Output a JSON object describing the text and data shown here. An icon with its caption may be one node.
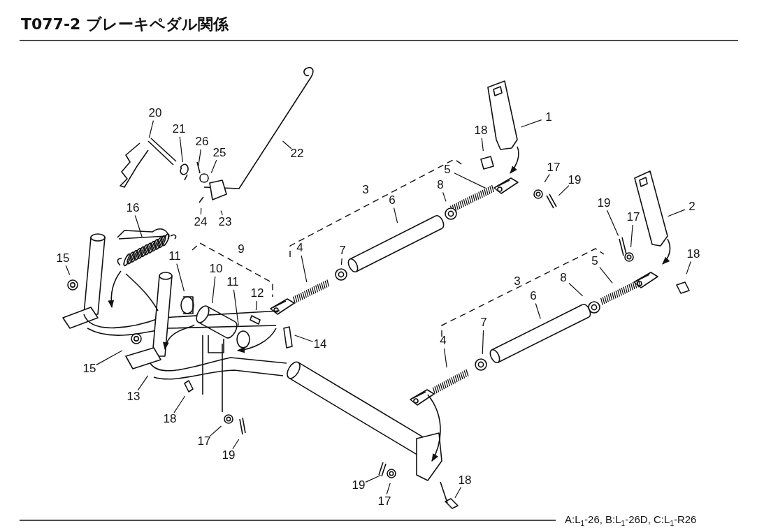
{
  "diagram": {
    "title": "T077-2 ブレーキペダル関係",
    "caption": "A:L$_{1}$-26, B:L$_{1}$-26D, C:L$_{1}$-R26",
    "nodes": [
      {
        "text": [
          "20"
        ]
      },
      {
        "text": [
          "21"
        ]
      },
      {
        "text": [
          "26"
        ]
      },
      {
        "text": [
          "25"
        ]
      },
      {
        "text": [
          "22"
        ]
      },
      {
        "text": [
          "24"
        ]
      },
      {
        "text": [
          "23"
        ]
      },
      {
        "text": [
          "1"
        ]
      },
      {
        "text": [
          "18"
        ]
      },
      {
        "text": [
          "5"
        ]
      },
      {
        "text": [
          "17"
        ]
      },
      {
        "text": [
          "19"
        ]
      },
      {
        "text": [
          "8"
        ]
      },
      {
        "text": [
          "6"
        ]
      },
      {
        "text": [
          "16"
        ]
      },
      {
        "text": [
          "2"
        ]
      },
      {
        "text": [
          "19"
        ]
      },
      {
        "text": [
          "17"
        ]
      },
      {
        "text": [
          "4"
        ]
      },
      {
        "text": [
          "7"
        ]
      },
      {
        "text": [
          "18"
        ]
      },
      {
        "text": [
          "15"
        ]
      },
      {
        "text": [
          "11"
        ]
      },
      {
        "text": [
          "10"
        ]
      },
      {
        "text": [
          "11"
        ]
      },
      {
        "text": [
          "12"
        ]
      },
      {
        "text": [
          "5"
        ]
      },
      {
        "text": [
          "8"
        ]
      },
      {
        "text": [
          "6"
        ]
      },
      {
        "text": [
          "14"
        ]
      },
      {
        "text": [
          "15"
        ]
      },
      {
        "text": [
          "7"
        ]
      },
      {
        "text": [
          "4"
        ]
      },
      {
        "text": [
          "13"
        ]
      },
      {
        "text": [
          "18"
        ]
      },
      {
        "text": [
          "17"
        ]
      },
      {
        "text": [
          "19"
        ]
      },
      {
        "text": [
          "18"
        ]
      },
      {
        "text": [
          "19"
        ]
      },
      {
        "text": [
          "17"
        ]
      }
    ],
    "edges": [
      {
        "from": 0,
        "to": null,
        "arrow": "none"
      },
      {
        "from": 1,
        "to": null,
        "arrow": "none"
      },
      {
        "from": 2,
        "to": null,
        "arrow": "none"
      },
      {
        "from": 3,
        "to": null,
        "arrow": "none"
      },
      {
        "from": 4,
        "to": null,
        "arrow": "none"
      },
      {
        "from": 5,
        "to": null,
        "arrow": "none"
      },
      {
        "from": 6,
        "to": null,
        "arrow": "none"
      },
      {
        "from": 7,
        "to": null,
        "arrow": "none"
      },
      {
        "from": 8,
        "to": null,
        "arrow": "none"
      },
      {
        "from": 9,
        "to": null,
        "arrow": "none"
      },
      {
        "from": 10,
        "to": null,
        "arrow": "none"
      },
      {
        "from": 11,
        "to": null,
        "arrow": "none"
      },
      {
        "from": 12,
        "to": null,
        "arrow": "none"
      },
      {
        "from": 13,
        "to": null,
        "arrow": "none"
      },
      {
        "from": 14,
        "to": null,
        "arrow": "none"
      },
      {
        "from": 15,
        "to": null,
        "arrow": "none"
      },
      {
        "from": 16,
        "to": null,
        "arrow": "none"
      },
      {
        "from": 17,
        "to": null,
        "arrow": "none"
      },
      {
        "from": 18,
        "to": null,
        "arrow": "none"
      },
      {
        "from": 19,
        "to": null,
        "arrow": "none"
      },
      {
        "from": 20,
        "to": null,
        "arrow": "none"
      },
      {
        "from": 21,
        "to": null,
        "arrow": "none"
      },
      {
        "from": 22,
        "to": null,
        "arrow": "none"
      },
      {
        "from": 23,
        "to": null,
        "arrow": "none"
      },
      {
        "from": 24,
        "to": null,
        "arrow": "none"
      },
      {
        "from": 25,
        "to": null,
        "arrow": "none"
      },
      {
        "from": 26,
        "to": null,
        "arrow": "none"
      },
      {
        "from": 27,
        "to": null,
        "arrow": "none"
      },
      {
        "from": 28,
        "to": null,
        "arrow": "none"
      },
      {
        "from": 29,
        "to": null,
        "arrow": "none"
      },
      {
        "from": 30,
        "to": null,
        "arrow": "none"
      },
      {
        "from": 31,
        "to": null,
        "arrow": "none"
      },
      {
        "from": 32,
        "to": null,
        "arrow": "none"
      },
      {
        "from": 33,
        "to": null,
        "arrow": "none"
      },
      {
        "from": 34,
        "to": null,
        "arrow": "none"
      },
      {
        "from": 35,
        "to": null,
        "arrow": "none"
      },
      {
        "from": 36,
        "to": null,
        "arrow": "none"
      },
      {
        "from": 37,
        "to": null,
        "arrow": "none"
      },
      {
        "from": 38,
        "to": null,
        "arrow": "none"
      },
      {
        "from": 39,
        "to": null,
        "arrow": "none"
      }
    ],
    "labels": [
      "3",
      "9",
      "3"
    ]
  }
}
